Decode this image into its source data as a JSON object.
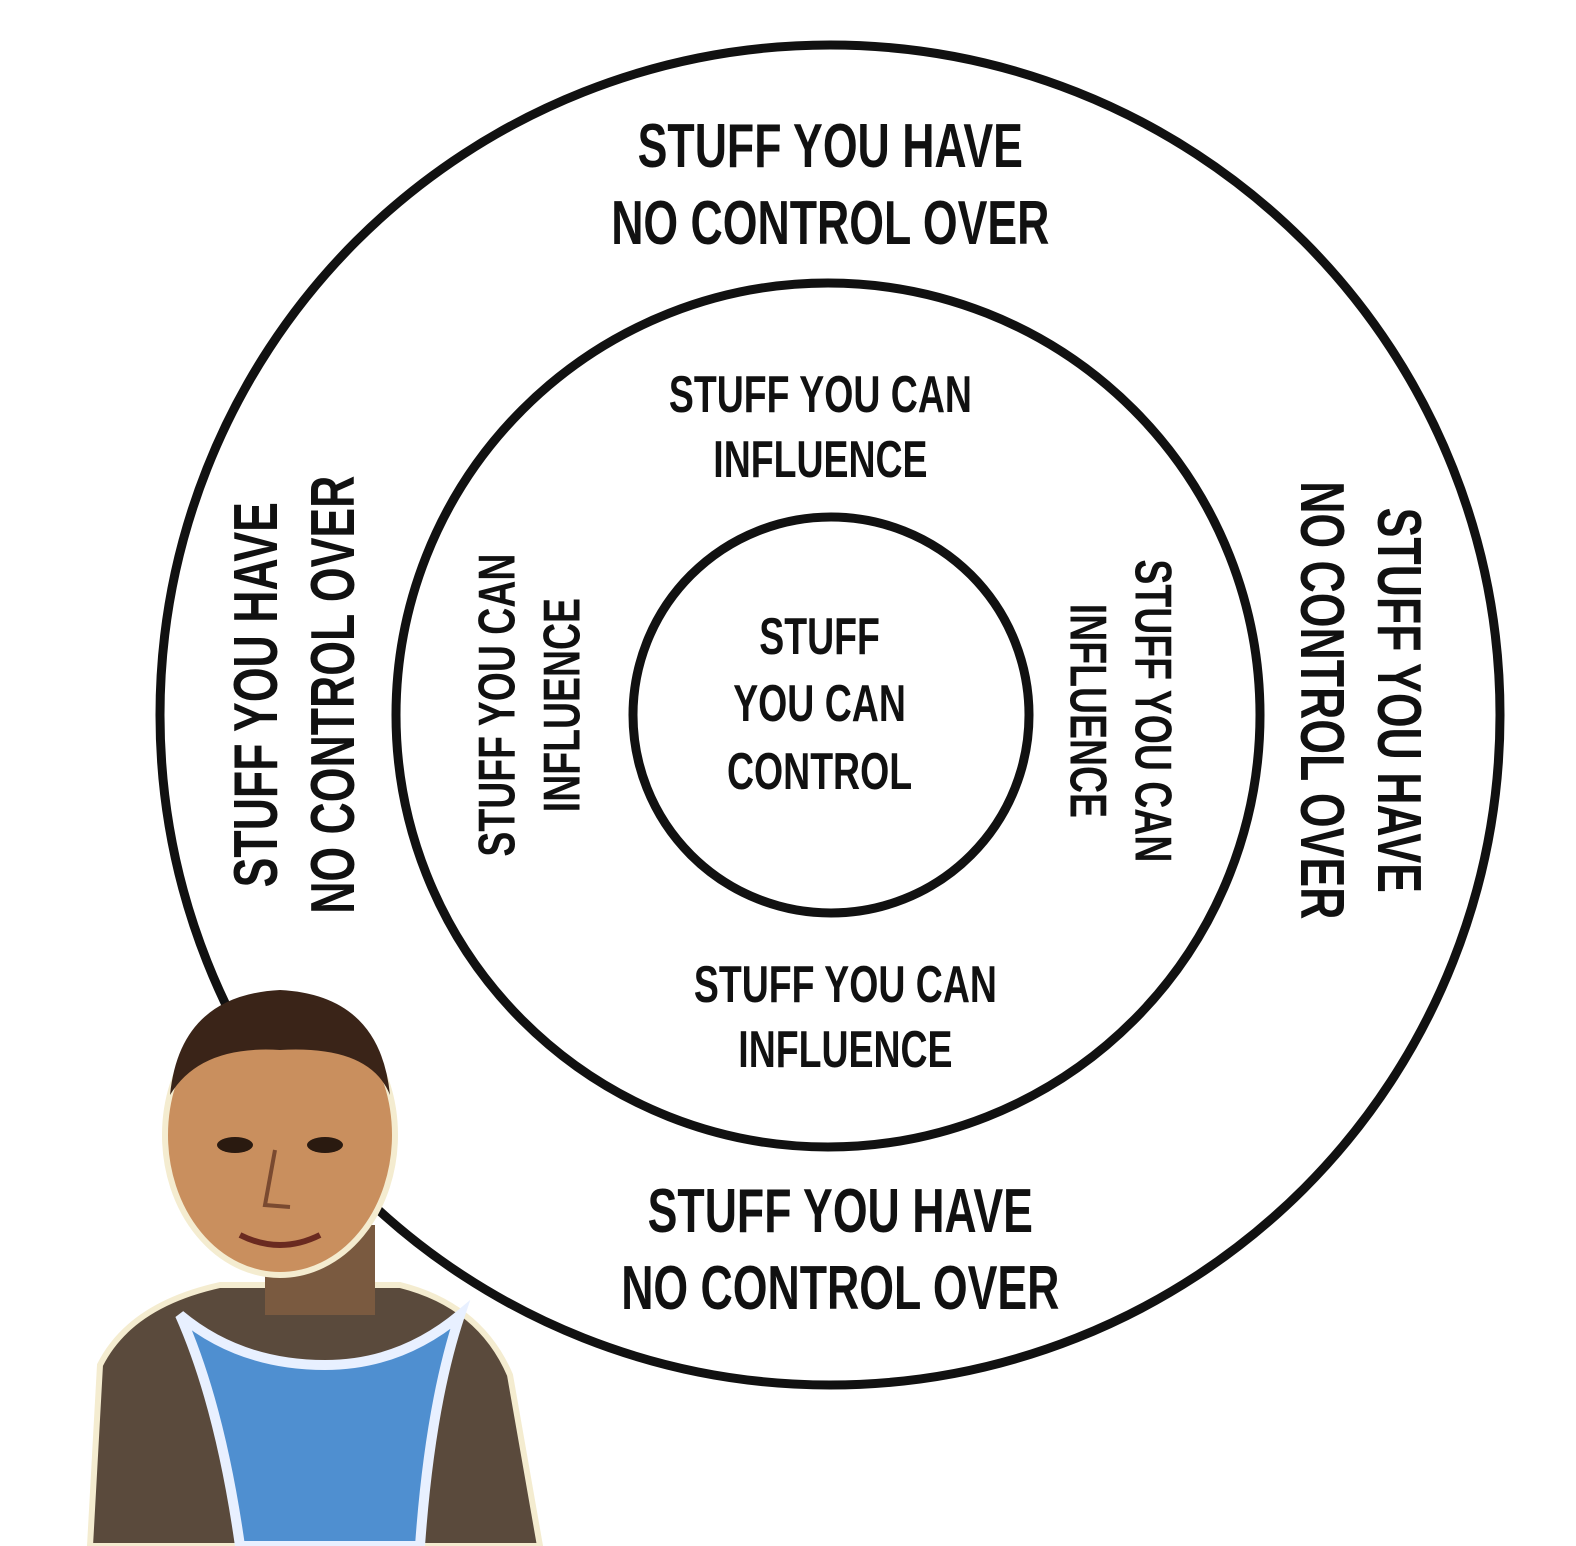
{
  "diagram": {
    "outer_ring": {
      "line1": "Stuff you have",
      "line2": "No control over"
    },
    "middle_ring": {
      "line1": "Stuff you can",
      "line2": "influence"
    },
    "inner_circle": {
      "line1": "Stuff",
      "line2": "you can",
      "line3": "control"
    },
    "colors": {
      "ink": "#111111",
      "background": "#ffffff",
      "shirt": "#4f8fd0"
    }
  }
}
